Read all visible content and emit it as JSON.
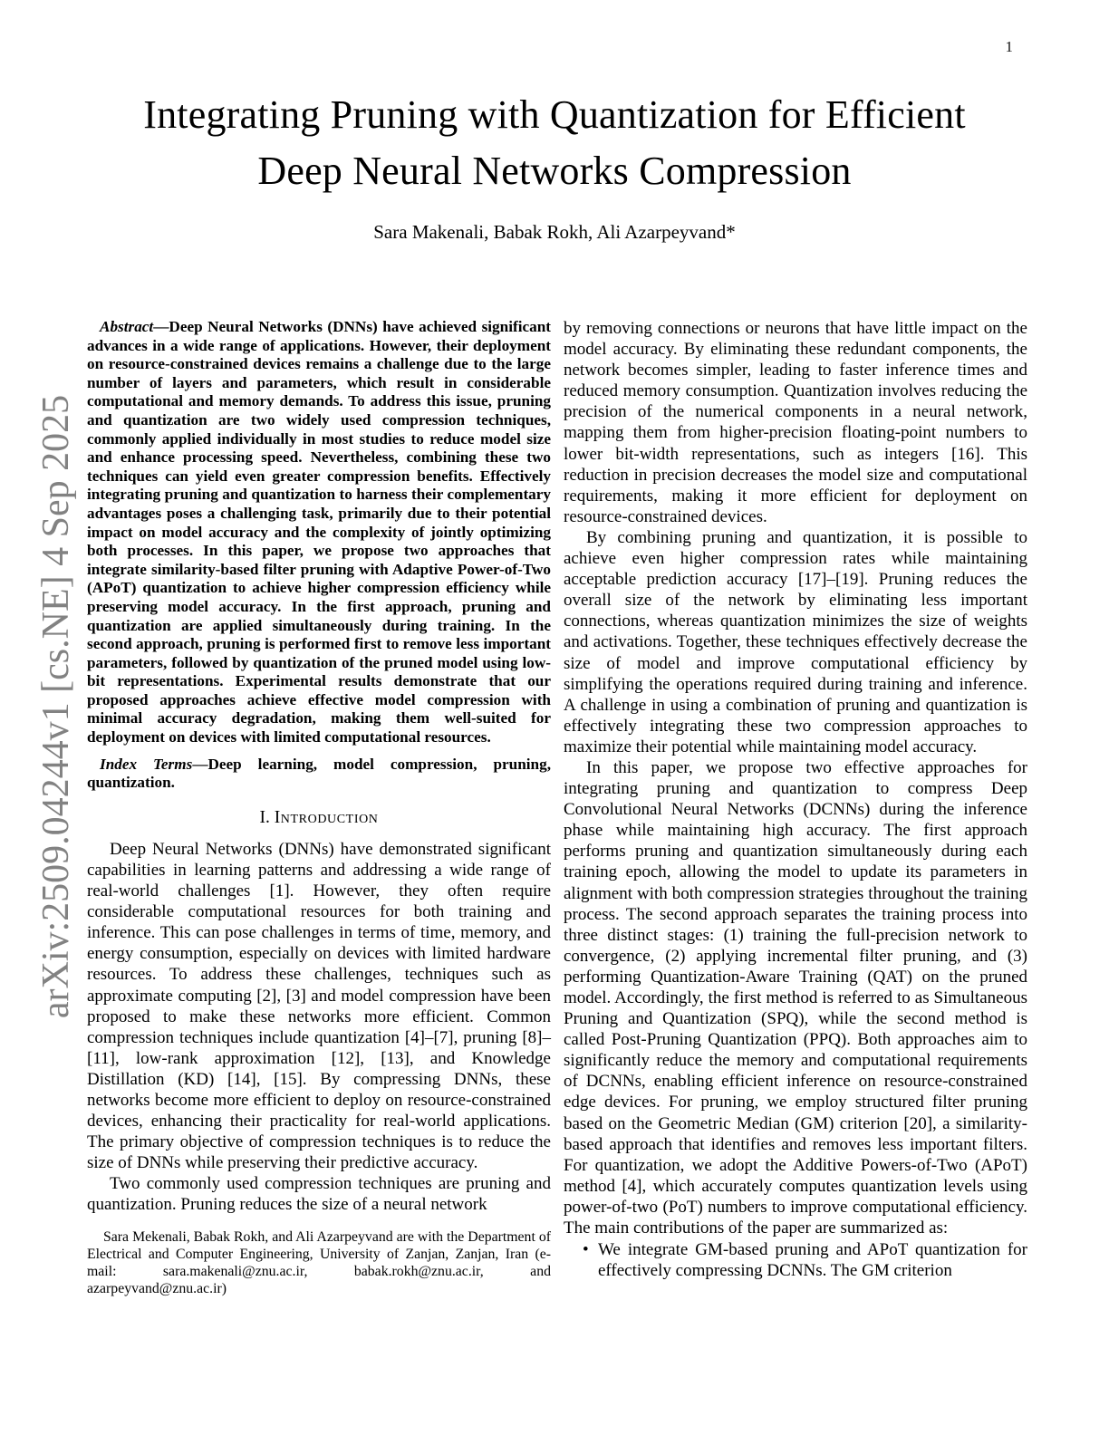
{
  "page": {
    "number": "1"
  },
  "watermark": {
    "text": "arXiv:2509.04244v1  [cs.NE]  4 Sep 2025"
  },
  "header": {
    "title_line1": "Integrating Pruning with Quantization for Efficient",
    "title_line2": "Deep Neural Networks Compression",
    "authors": "Sara Makenali, Babak Rokh, Ali Azarpeyvand*"
  },
  "abstract": {
    "label": "Abstract",
    "text": "—Deep Neural Networks (DNNs) have achieved significant advances in a wide range of applications. However, their deployment on resource-constrained devices remains a challenge due to the large number of layers and parameters, which result in considerable computational and memory demands. To address this issue, pruning and quantization are two widely used compression techniques, commonly applied individually in most studies to reduce model size and enhance processing speed. Nevertheless, combining these two techniques can yield even greater compression benefits. Effectively integrating pruning and quantization to harness their complementary advantages poses a challenging task, primarily due to their potential impact on model accuracy and the complexity of jointly optimizing both processes. In this paper, we propose two approaches that integrate similarity-based filter pruning with Adaptive Power-of-Two (APoT) quantization to achieve higher compression efficiency while preserving model accuracy. In the first approach, pruning and quantization are applied simultaneously during training. In the second approach, pruning is performed first to remove less important parameters, followed by quantization of the pruned model using low-bit representations. Experimental results demonstrate that our proposed approaches achieve effective model compression with minimal accuracy degradation, making them well-suited for deployment on devices with limited computational resources."
  },
  "index_terms": {
    "label": "Index Terms",
    "text": "—Deep learning, model compression, pruning, quantization."
  },
  "sections": {
    "intro": {
      "number": "I.",
      "title": "Introduction"
    }
  },
  "left_column": {
    "para1": "Deep Neural Networks (DNNs) have demonstrated significant capabilities in learning patterns and addressing a wide range of real-world challenges [1]. However, they often require considerable computational resources for both training and inference. This can pose challenges in terms of time, memory, and energy consumption, especially on devices with limited hardware resources. To address these challenges, techniques such as approximate computing [2], [3] and model compression have been proposed to make these networks more efficient. Common compression techniques include quantization [4]–[7], pruning [8]–[11], low-rank approximation [12], [13], and Knowledge Distillation (KD) [14], [15]. By compressing DNNs, these networks become more efficient to deploy on resource-constrained devices, enhancing their practicality for real-world applications. The primary objective of compression techniques is to reduce the size of DNNs while preserving their predictive accuracy.",
    "para2": "Two commonly used compression techniques are pruning and quantization. Pruning reduces the size of a neural network",
    "footnote": "Sara Mekenali, Babak Rokh, and Ali Azarpeyvand are with the Department of Electrical and Computer Engineering, University of Zanjan, Zanjan, Iran (e-mail: sara.makenali@znu.ac.ir, babak.rokh@znu.ac.ir, and azarpeyvand@znu.ac.ir)"
  },
  "right_column": {
    "para1": "by removing connections or neurons that have little impact on the model accuracy. By eliminating these redundant components, the network becomes simpler, leading to faster inference times and reduced memory consumption. Quantization involves reducing the precision of the numerical components in a neural network, mapping them from higher-precision floating-point numbers to lower bit-width representations, such as integers [16]. This reduction in precision decreases the model size and computational requirements, making it more efficient for deployment on resource-constrained devices.",
    "para2": "By combining pruning and quantization, it is possible to achieve even higher compression rates while maintaining acceptable prediction accuracy [17]–[19]. Pruning reduces the overall size of the network by eliminating less important connections, whereas quantization minimizes the size of weights and activations. Together, these techniques effectively decrease the size of model and improve computational efficiency by simplifying the operations required during training and inference. A challenge in using a combination of pruning and quantization is effectively integrating these two compression approaches to maximize their potential while maintaining model accuracy.",
    "para3": "In this paper, we propose two effective approaches for integrating pruning and quantization to compress Deep Convolutional Neural Networks (DCNNs) during the inference phase while maintaining high accuracy. The first approach performs pruning and quantization simultaneously during each training epoch, allowing the model to update its parameters in alignment with both compression strategies throughout the training process. The second approach separates the training process into three distinct stages: (1) training the full-precision network to convergence, (2) applying incremental filter pruning, and (3) performing Quantization-Aware Training (QAT) on the pruned model. Accordingly, the first method is referred to as Simultaneous Pruning and Quantization (SPQ), while the second method is called Post-Pruning Quantization (PPQ). Both approaches aim to significantly reduce the memory and computational requirements of DCNNs, enabling efficient inference on resource-constrained edge devices. For pruning, we employ structured filter pruning based on the Geometric Median (GM) criterion [20], a similarity-based approach that identifies and removes less important filters. For quantization, we adopt the Additive Powers-of-Two (APoT) method [4], which accurately computes quantization levels using power-of-two (PoT) numbers to improve computational efficiency. The main contributions of the paper are summarized as:",
    "bullet_marker": "•",
    "bullet1": "We integrate GM-based pruning and APoT quantization for effectively compressing DCNNs. The GM criterion"
  }
}
